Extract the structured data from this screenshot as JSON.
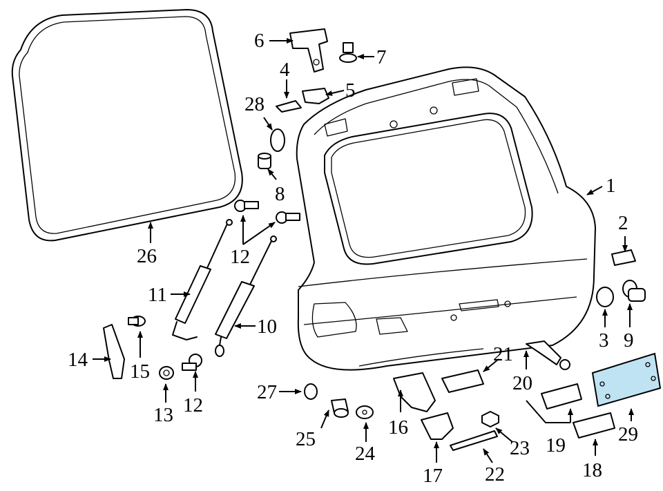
{
  "diagram": {
    "highlight_color": "#bfe3f2",
    "callouts": {
      "c1": "1",
      "c2": "2",
      "c3": "3",
      "c4": "4",
      "c5": "5",
      "c6": "6",
      "c7": "7",
      "c8": "8",
      "c9": "9",
      "c10": "10",
      "c11": "11",
      "c12a": "12",
      "c12b": "12",
      "c13": "13",
      "c14": "14",
      "c15": "15",
      "c16": "16",
      "c17": "17",
      "c18": "18",
      "c19": "19",
      "c20": "20",
      "c21": "21",
      "c22": "22",
      "c23": "23",
      "c24": "24",
      "c25": "25",
      "c26": "26",
      "c27": "27",
      "c28": "28",
      "c29": "29"
    }
  }
}
